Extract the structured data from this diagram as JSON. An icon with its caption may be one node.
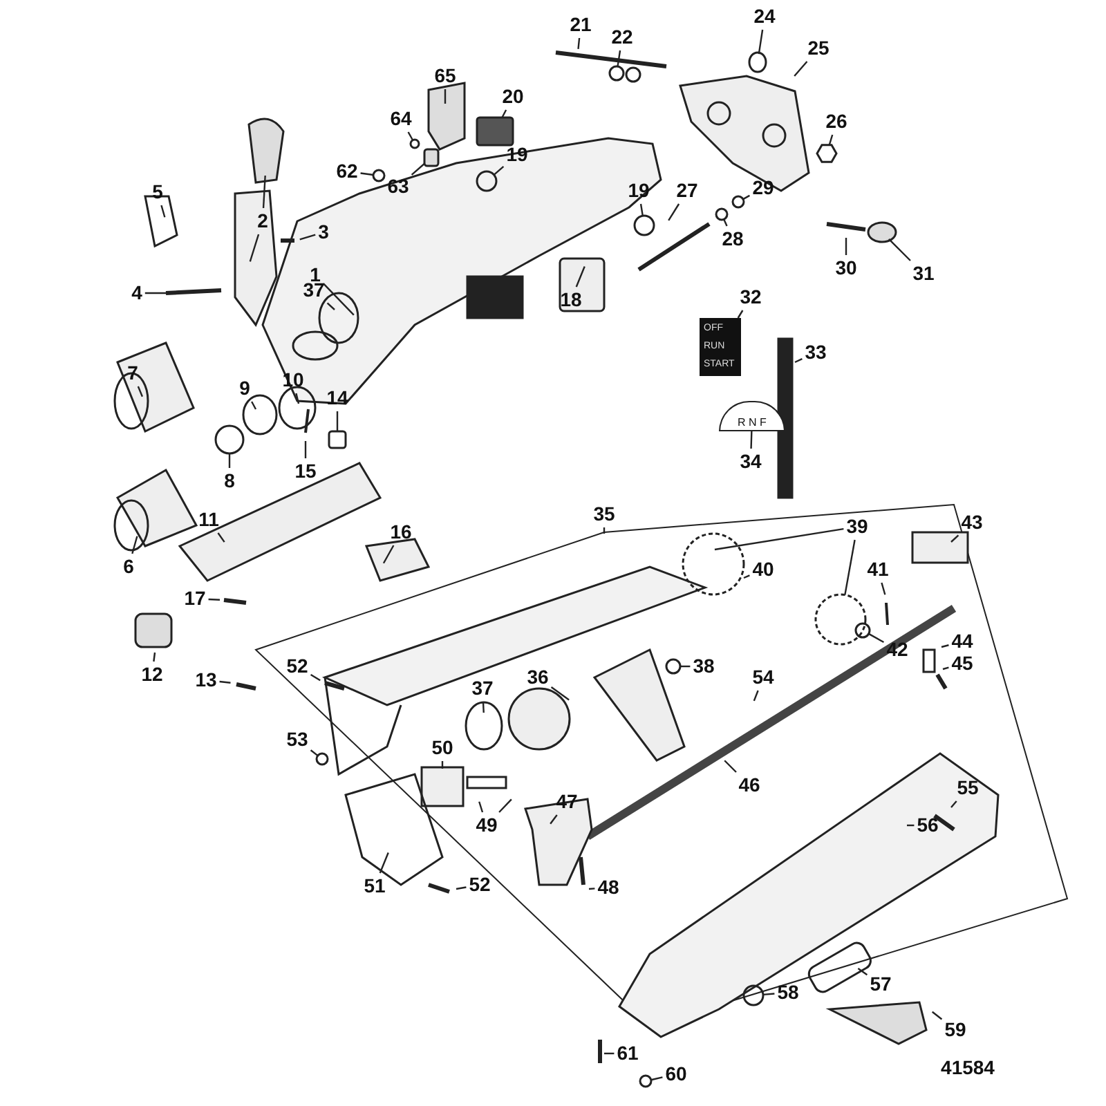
{
  "diagram": {
    "nodes": [
      {
        "text": [
          "24"
        ]
      },
      {
        "text": [
          "21"
        ]
      },
      {
        "text": [
          "22"
        ]
      },
      {
        "text": [
          "25"
        ]
      },
      {
        "text": [
          "65"
        ]
      },
      {
        "text": [
          "20"
        ]
      },
      {
        "text": [
          "64"
        ]
      },
      {
        "text": [
          "26"
        ]
      },
      {
        "text": [
          "19"
        ]
      },
      {
        "text": [
          "62"
        ]
      },
      {
        "text": [
          "63"
        ]
      },
      {
        "text": [
          "27"
        ]
      },
      {
        "text": [
          "19"
        ]
      },
      {
        "text": [
          "5"
        ]
      },
      {
        "text": [
          "29"
        ]
      },
      {
        "text": [
          "2"
        ]
      },
      {
        "text": [
          "28"
        ]
      },
      {
        "text": [
          "3"
        ]
      },
      {
        "text": [
          "30"
        ]
      },
      {
        "text": [
          "1"
        ]
      },
      {
        "text": [
          "31"
        ]
      },
      {
        "text": [
          "4"
        ]
      },
      {
        "text": [
          "37"
        ]
      },
      {
        "text": [
          "18"
        ]
      },
      {
        "text": [
          "32"
        ]
      },
      {
        "text": [
          "OFF",
          "RUN",
          "START"
        ]
      },
      {
        "text": [
          "33"
        ]
      },
      {
        "text": [
          "7"
        ]
      },
      {
        "text": [
          "10"
        ]
      },
      {
        "text": [
          "9"
        ]
      },
      {
        "text": [
          "14"
        ]
      },
      {
        "text": [
          "R N F"
        ]
      },
      {
        "text": [
          "34"
        ]
      },
      {
        "text": [
          "8"
        ]
      },
      {
        "text": [
          "15"
        ]
      },
      {
        "text": [
          "35"
        ]
      },
      {
        "text": [
          "11"
        ]
      },
      {
        "text": [
          "43"
        ]
      },
      {
        "text": [
          "39"
        ]
      },
      {
        "text": [
          "16"
        ]
      },
      {
        "text": [
          "6"
        ]
      },
      {
        "text": [
          "40"
        ]
      },
      {
        "text": [
          "41"
        ]
      },
      {
        "text": [
          "17"
        ]
      },
      {
        "text": [
          "44"
        ]
      },
      {
        "text": [
          "42"
        ]
      },
      {
        "text": [
          "45"
        ]
      },
      {
        "text": [
          "52"
        ]
      },
      {
        "text": [
          "38"
        ]
      },
      {
        "text": [
          "12"
        ]
      },
      {
        "text": [
          "36"
        ]
      },
      {
        "text": [
          "54"
        ]
      },
      {
        "text": [
          "13"
        ]
      },
      {
        "text": [
          "37"
        ]
      },
      {
        "text": [
          "53"
        ]
      },
      {
        "text": [
          "50"
        ]
      },
      {
        "text": [
          "46"
        ]
      },
      {
        "text": [
          "55"
        ]
      },
      {
        "text": [
          "47"
        ]
      },
      {
        "text": [
          "49"
        ]
      },
      {
        "text": [
          "56"
        ]
      },
      {
        "text": [
          "51"
        ]
      },
      {
        "text": [
          "52"
        ]
      },
      {
        "text": [
          "48"
        ]
      },
      {
        "text": [
          "57"
        ]
      },
      {
        "text": [
          "58"
        ]
      },
      {
        "text": [
          "59"
        ]
      },
      {
        "text": [
          "61"
        ]
      },
      {
        "text": [
          "60"
        ]
      },
      {
        "text": [],
        "shape": "circle"
      },
      {
        "text": [],
        "shape": "circle"
      },
      {
        "text": [],
        "shape": "box"
      },
      {
        "text": [],
        "shape": "hexagon"
      },
      {
        "text": [],
        "shape": "circle"
      },
      {
        "text": [],
        "shape": "circle"
      },
      {
        "text": [],
        "shape": "box"
      },
      {
        "text": [],
        "shape": "circle"
      },
      {
        "text": [],
        "shape": "circle"
      },
      {
        "text": [],
        "shape": "circle"
      },
      {
        "text": [],
        "shape": "box"
      },
      {
        "text": [],
        "shape": "circle"
      },
      {
        "text": [],
        "shape": "circle"
      },
      {
        "text": [],
        "shape": "circle"
      },
      {
        "text": [],
        "shape": "circle"
      },
      {
        "text": [],
        "shape": "circle"
      },
      {
        "text": [],
        "shape": "circle"
      },
      {
        "text": [],
        "shape": "circle"
      },
      {
        "text": [],
        "shape": "circle"
      },
      {
        "text": [],
        "shape": "circle"
      },
      {
        "text": [],
        "shape": "plate"
      }
    ],
    "edges": [
      {
        "from": 0,
        "to": 69,
        "arrow": "none"
      },
      {
        "from": 1,
        "to": null,
        "arrow": "none"
      },
      {
        "from": 2,
        "to": 70,
        "arrow": "none"
      },
      {
        "from": 3,
        "to": 89,
        "arrow": "none"
      },
      {
        "from": 4,
        "to": null,
        "arrow": "none"
      },
      {
        "from": 5,
        "to": 71,
        "arrow": "none"
      },
      {
        "from": 6,
        "to": 87,
        "arrow": "none"
      },
      {
        "from": 7,
        "to": 72,
        "arrow": "none"
      },
      {
        "from": 8,
        "to": 73,
        "arrow": "none"
      },
      {
        "from": 9,
        "to": 74,
        "arrow": "none"
      },
      {
        "from": 10,
        "to": 75,
        "arrow": "none"
      },
      {
        "from": 11,
        "to": null,
        "arrow": "none"
      },
      {
        "from": 12,
        "to": 76,
        "arrow": "none"
      },
      {
        "from": 13,
        "to": null,
        "arrow": "none"
      },
      {
        "from": 14,
        "to": 77,
        "arrow": "none"
      },
      {
        "from": 15,
        "to": null,
        "arrow": "none"
      },
      {
        "from": 15,
        "to": null,
        "arrow": "none"
      },
      {
        "from": 16,
        "to": 78,
        "arrow": "none"
      },
      {
        "from": 17,
        "to": null,
        "arrow": "none"
      },
      {
        "from": 18,
        "to": null,
        "arrow": "none"
      },
      {
        "from": 19,
        "to": null,
        "arrow": "none"
      },
      {
        "from": 20,
        "to": 88,
        "arrow": "none"
      },
      {
        "from": 21,
        "to": null,
        "arrow": "none"
      },
      {
        "from": 22,
        "to": null,
        "arrow": "none"
      },
      {
        "from": 23,
        "to": null,
        "arrow": "none"
      },
      {
        "from": 24,
        "to": 25,
        "arrow": "none"
      },
      {
        "from": 26,
        "to": null,
        "arrow": "none"
      },
      {
        "from": 27,
        "to": null,
        "arrow": "none"
      },
      {
        "from": 28,
        "to": null,
        "arrow": "none"
      },
      {
        "from": 29,
        "to": null,
        "arrow": "none"
      },
      {
        "from": 30,
        "to": 79,
        "arrow": "none"
      },
      {
        "from": 32,
        "to": 31,
        "arrow": "none"
      },
      {
        "from": 33,
        "to": 80,
        "arrow": "none"
      },
      {
        "from": 34,
        "to": null,
        "arrow": "none"
      },
      {
        "from": 35,
        "to": null,
        "arrow": "none"
      },
      {
        "from": 36,
        "to": null,
        "arrow": "none"
      },
      {
        "from": 37,
        "to": null,
        "arrow": "none"
      },
      {
        "from": 38,
        "to": null,
        "arrow": "none"
      },
      {
        "from": 38,
        "to": 81,
        "arrow": "none"
      },
      {
        "from": 39,
        "to": null,
        "arrow": "none"
      },
      {
        "from": 40,
        "to": null,
        "arrow": "none"
      },
      {
        "from": 41,
        "to": null,
        "arrow": "none"
      },
      {
        "from": 42,
        "to": null,
        "arrow": "none"
      },
      {
        "from": 43,
        "to": null,
        "arrow": "none"
      },
      {
        "from": 44,
        "to": null,
        "arrow": "none"
      },
      {
        "from": 45,
        "to": 82,
        "arrow": "none"
      },
      {
        "from": 46,
        "to": null,
        "arrow": "none"
      },
      {
        "from": 47,
        "to": null,
        "arrow": "none"
      },
      {
        "from": 48,
        "to": 83,
        "arrow": "none"
      },
      {
        "from": 49,
        "to": null,
        "arrow": "none"
      },
      {
        "from": 50,
        "to": null,
        "arrow": "none"
      },
      {
        "from": 51,
        "to": null,
        "arrow": "none"
      },
      {
        "from": 52,
        "to": null,
        "arrow": "none"
      },
      {
        "from": 53,
        "to": null,
        "arrow": "none"
      },
      {
        "from": 54,
        "to": 84,
        "arrow": "none"
      },
      {
        "from": 55,
        "to": null,
        "arrow": "none"
      },
      {
        "from": 56,
        "to": null,
        "arrow": "none"
      },
      {
        "from": 57,
        "to": null,
        "arrow": "none"
      },
      {
        "from": 58,
        "to": null,
        "arrow": "none"
      },
      {
        "from": 59,
        "to": null,
        "arrow": "none"
      },
      {
        "from": 59,
        "to": null,
        "arrow": "none"
      },
      {
        "from": 60,
        "to": null,
        "arrow": "none"
      },
      {
        "from": 61,
        "to": null,
        "arrow": "none"
      },
      {
        "from": 62,
        "to": null,
        "arrow": "none"
      },
      {
        "from": 63,
        "to": null,
        "arrow": "none"
      },
      {
        "from": 64,
        "to": null,
        "arrow": "none"
      },
      {
        "from": 65,
        "to": 85,
        "arrow": "none"
      },
      {
        "from": 66,
        "to": null,
        "arrow": "none"
      },
      {
        "from": 67,
        "to": null,
        "arrow": "none"
      },
      {
        "from": 68,
        "to": 86,
        "arrow": "none"
      }
    ],
    "labels": [
      "41584"
    ]
  }
}
